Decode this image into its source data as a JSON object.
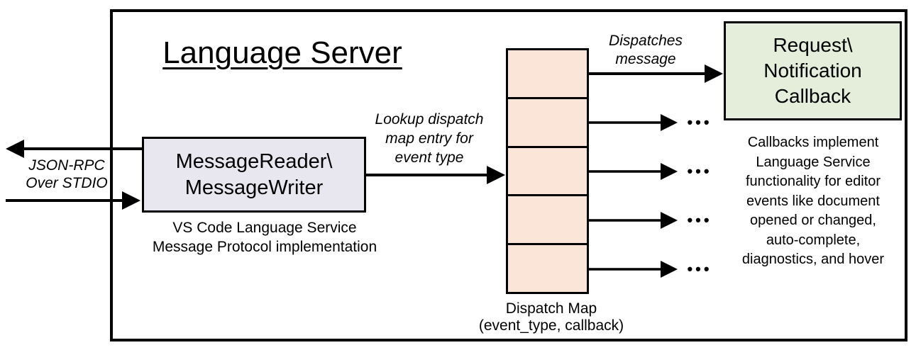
{
  "title": "Language Server",
  "colors": {
    "reader_box_fill": "#e8e6ef",
    "callback_box_fill": "#e4eeda",
    "dispatch_map_fill": "#fbe5d8",
    "line": "#000000",
    "background": "#ffffff"
  },
  "stdio": {
    "label": "JSON-RPC\nOver STDIO"
  },
  "reader": {
    "box_label": "MessageReader\\\nMessageWriter",
    "caption": "VS Code Language Service\nMessage Protocol implementation"
  },
  "lookup": {
    "label": "Lookup dispatch\nmap entry for\nevent type"
  },
  "dispatch_map": {
    "label": "Dispatch Map\n(event_type, callback)",
    "cell_count": 5
  },
  "dispatches": {
    "label": "Dispatches\nmessage"
  },
  "callback": {
    "box_label": "Request\\\nNotification\nCallback",
    "note": "Callbacks implement\nLanguage Service\nfunctionality for editor\nevents like document\nopened or changed,\nauto-complete,\ndiagnostics, and hover"
  },
  "ellipsis": "•••"
}
